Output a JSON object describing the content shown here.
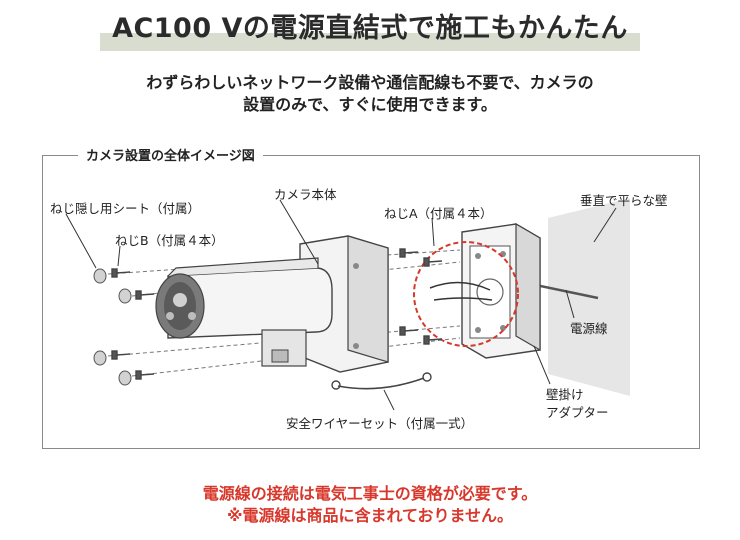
{
  "header": {
    "title": "AC100 Vの電源直結式で施工もかんたん"
  },
  "intro": {
    "line1": "わずらわしいネットワーク設備や通信配線も不要で、カメラの",
    "line2": "設置のみで、すぐに使用できます。"
  },
  "diagram": {
    "frame_title": "カメラ設置の全体イメージ図",
    "labels": {
      "screw_cover_sheet": "ねじ隠し用シート（付属）",
      "screw_b": "ねじB（付属４本）",
      "camera_body": "カメラ本体",
      "screw_a": "ねじA（付属４本）",
      "wall": "垂直で平らな壁",
      "power_cable": "電源線",
      "wall_adapter_line1": "壁掛け",
      "wall_adapter_line2": "アダプター",
      "safety_wire": "安全ワイヤーセット（付属一式）"
    },
    "colors": {
      "highlight_circle": "#d8372b",
      "wall": "#e6e6e6",
      "title_band": "#d9ddd0"
    }
  },
  "notes": {
    "warning1": "電源線の接続は電気工事士の資格が必要です。",
    "warning2": "※電源線は商品に含まれておりません。",
    "color": "#d8372b"
  }
}
